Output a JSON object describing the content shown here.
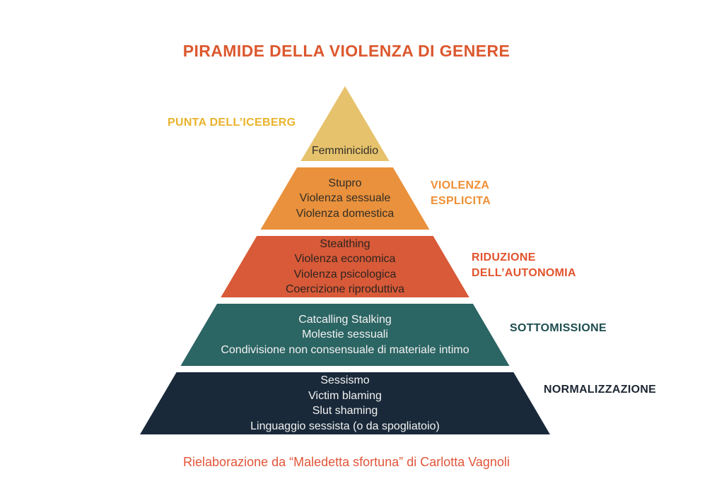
{
  "title": "PIRAMIDE DELLA VIOLENZA DI GENERE",
  "caption": "Rielaborazione da “Maledetta sfortuna” di Carlotta Vagnoli",
  "colors": {
    "title": "#dc582e",
    "caption": "#e25539",
    "background": "#ffffff"
  },
  "tiers": [
    {
      "name": "punta-iceberg",
      "label": "PUNTA DELL’ICEBERG",
      "label_color": "#eab32c",
      "label_side": "left",
      "color": "#e6c26d",
      "text_color": "#35302a",
      "lines": [
        "Femminicidio"
      ]
    },
    {
      "name": "violenza-esplicita",
      "label": "VIOLENZA\nESPLICITA",
      "label_color": "#ee8f35",
      "label_side": "right",
      "color": "#e9913c",
      "text_color": "#332d26",
      "lines": [
        "Stupro",
        "Violenza sessuale",
        "Violenza domestica"
      ]
    },
    {
      "name": "riduzione-autonomia",
      "label": "RIDUZIONE\nDELL’AUTONOMIA",
      "label_color": "#e2532e",
      "label_side": "right",
      "color": "#d85a38",
      "text_color": "#2e2420",
      "lines": [
        "Stealthing",
        "Violenza economica",
        "Violenza psicologica",
        "Coercizione riproduttiva"
      ]
    },
    {
      "name": "sottomissione",
      "label": "SOTTOMISSIONE",
      "label_color": "#1d4d4f",
      "label_side": "right",
      "color": "#2b6564",
      "text_color": "#f2f2f0",
      "lines": [
        "Catcalling Stalking",
        "Molestie sessuali",
        "Condivisione non consensuale di materiale intimo"
      ]
    },
    {
      "name": "normalizzazione",
      "label": "NORMALIZZAZIONE",
      "label_color": "#1d2733",
      "label_side": "right",
      "color": "#19293a",
      "text_color": "#f2f2f0",
      "lines": [
        "Sessismo",
        "Victim blaming",
        "Slut shaming",
        "Linguaggio sessista (o da spogliatoio)"
      ]
    }
  ]
}
